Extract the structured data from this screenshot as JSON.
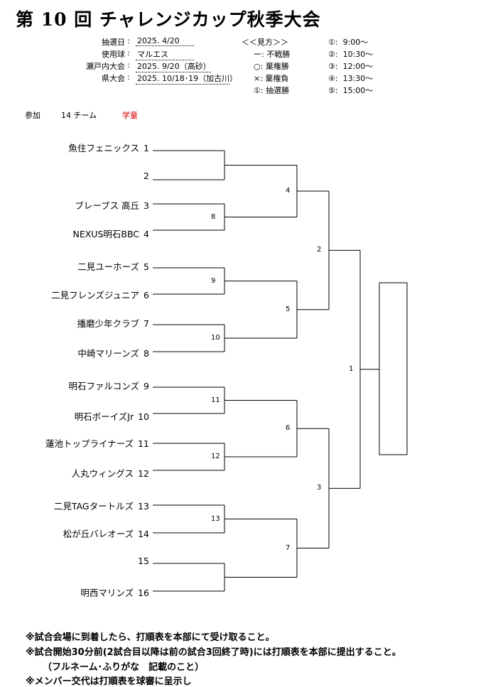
{
  "title": "第 10 回 チャレンジカップ秋季大会",
  "info": [
    {
      "label": "抽選日",
      "value": "2025. 4/20"
    },
    {
      "label": "使用球",
      "value": "マルエス"
    },
    {
      "label": "瀬戸内大会",
      "value": "2025. 9/20（高砂）"
    },
    {
      "label": "県大会",
      "value": "2025. 10/18･19（加古川）"
    }
  ],
  "legend_left": {
    "heading": "＜＜見方＞＞",
    "items": [
      {
        "symbol": "ー",
        "text": "不戦勝"
      },
      {
        "symbol": "○",
        "text": "棄権勝"
      },
      {
        "symbol": "×",
        "text": "棄権負"
      },
      {
        "symbol": "①",
        "text": "抽選勝"
      }
    ]
  },
  "legend_right": [
    {
      "symbol": "①",
      "time": "9:00～"
    },
    {
      "symbol": "②",
      "time": "10:30～"
    },
    {
      "symbol": "③",
      "time": "12:00～"
    },
    {
      "symbol": "④",
      "time": "13:30～"
    },
    {
      "symbol": "⑤",
      "time": "15:00～"
    }
  ],
  "participation": {
    "label": "参加",
    "count": "14 チーム",
    "category": "学童"
  },
  "teams": [
    {
      "name": "魚住フェニックス",
      "seed": "1"
    },
    {
      "name": "",
      "seed": "2"
    },
    {
      "name": "ブレーブス 高丘",
      "seed": "3"
    },
    {
      "name": "NEXUS明石BBC",
      "seed": "4"
    },
    {
      "name": "二見ユーホーズ",
      "seed": "5"
    },
    {
      "name": "二見フレンズジュニア",
      "seed": "6"
    },
    {
      "name": "播磨少年クラブ",
      "seed": "7"
    },
    {
      "name": "中崎マリーンズ",
      "seed": "8"
    },
    {
      "name": "明石ファルコンズ",
      "seed": "9"
    },
    {
      "name": "明石ボーイズJr",
      "seed": "10"
    },
    {
      "name": "蓮池トップライナーズ",
      "seed": "11"
    },
    {
      "name": "人丸ウィングス",
      "seed": "12"
    },
    {
      "name": "二見TAGタートルズ",
      "seed": "13"
    },
    {
      "name": "松が丘バレオーズ",
      "seed": "14"
    },
    {
      "name": "",
      "seed": "15"
    },
    {
      "name": "明西マリンズ",
      "seed": "16"
    }
  ],
  "match_numbers": {
    "r1": [
      "",
      "8",
      "9",
      "10",
      "11",
      "12",
      "13",
      ""
    ],
    "r2": [
      "4",
      "5",
      "6",
      "7"
    ],
    "r3": [
      "2",
      "3"
    ],
    "final": "1"
  },
  "notes": [
    "※試合会場に到着したら、打順表を本部にて受け取ること。",
    "※試合開始30分前(2試合目以降は前の試合3回終了時)には打順表を本部に提出すること。",
    "（フルネーム･ふりがな　記載のこと）",
    "※メンバー交代は打順表を球審に呈示し"
  ]
}
